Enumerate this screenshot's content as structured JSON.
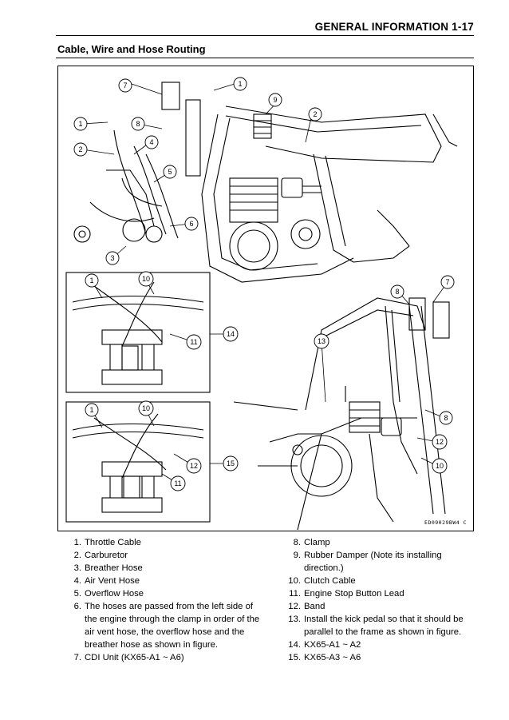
{
  "header": {
    "title": "GENERAL INFORMATION 1-17"
  },
  "section": {
    "title": "Cable, Wire and Hose Routing"
  },
  "figure": {
    "code": "ED09029BW4 C",
    "callouts": [
      "1",
      "2",
      "3",
      "4",
      "5",
      "6",
      "7",
      "8",
      "9",
      "10",
      "11",
      "12",
      "13",
      "14",
      "15"
    ]
  },
  "legend": {
    "left": [
      {
        "num": "1.",
        "text": "Throttle Cable"
      },
      {
        "num": "2.",
        "text": "Carburetor"
      },
      {
        "num": "3.",
        "text": "Breather Hose"
      },
      {
        "num": "4.",
        "text": "Air Vent Hose"
      },
      {
        "num": "5.",
        "text": "Overflow Hose"
      },
      {
        "num": "6.",
        "text": "The hoses are passed from the left side of the engine through the clamp in order of the air vent hose, the overflow hose and the breather hose as shown in figure."
      },
      {
        "num": "7.",
        "text": "CDI Unit (KX65-A1 ~ A6)"
      }
    ],
    "right": [
      {
        "num": "8.",
        "text": "Clamp"
      },
      {
        "num": "9.",
        "text": "Rubber Damper (Note its installing direction.)"
      },
      {
        "num": "10.",
        "text": "Clutch Cable"
      },
      {
        "num": "11.",
        "text": "Engine Stop Button Lead"
      },
      {
        "num": "12.",
        "text": "Band"
      },
      {
        "num": "13.",
        "text": "Install the kick pedal so that it should be parallel to the frame as shown in figure."
      },
      {
        "num": "14.",
        "text": "KX65-A1 ~ A2"
      },
      {
        "num": "15.",
        "text": "KX65-A3 ~ A6"
      }
    ]
  }
}
